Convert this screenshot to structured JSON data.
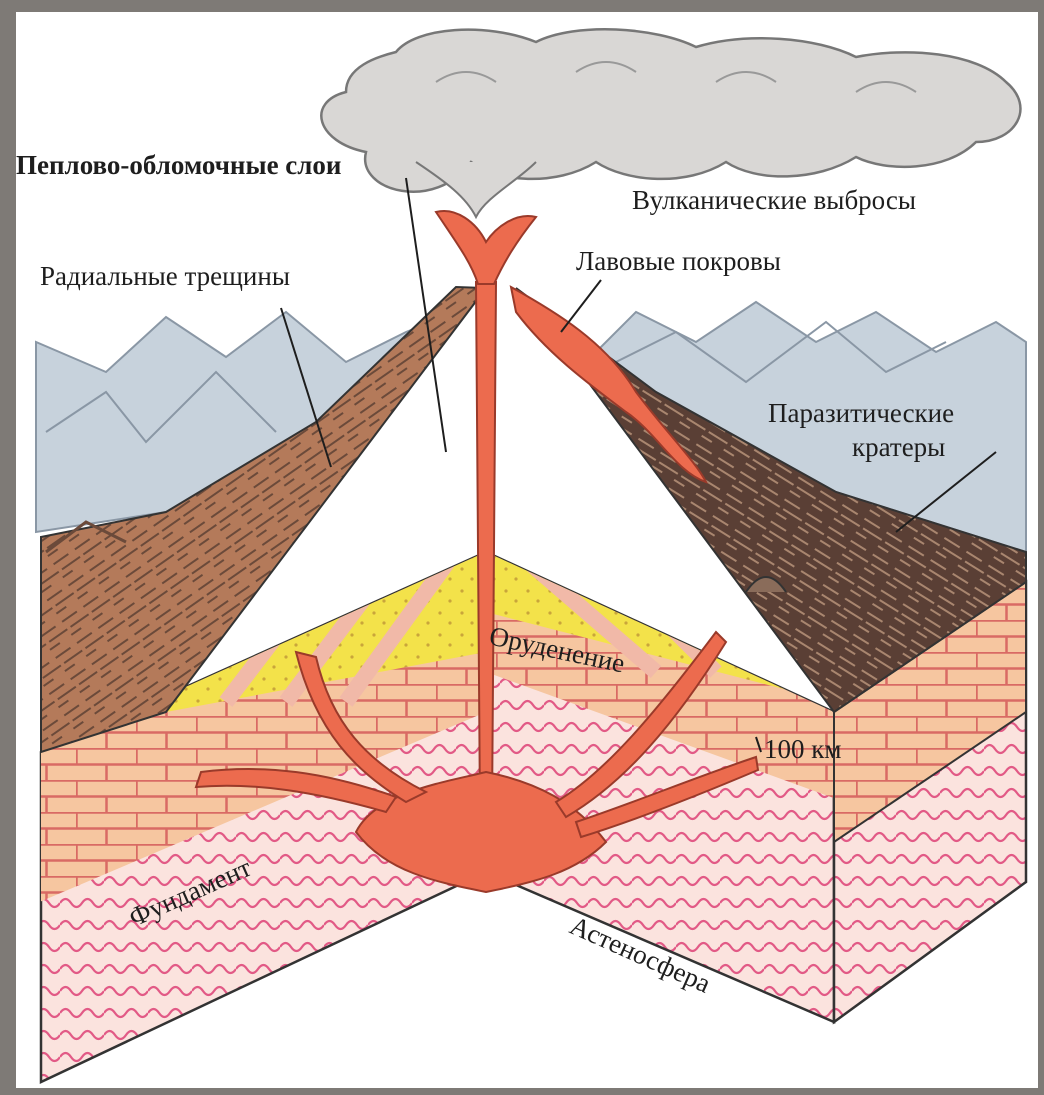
{
  "diagram": {
    "labels": {
      "ash_layers": "Пеплово-обломочные слои",
      "volcanic_ejecta": "Вулканические выбросы",
      "radial_cracks": "Радиальные трещины",
      "lava_flows": "Лавовые покровы",
      "parasitic_craters_1": "Паразитические",
      "parasitic_craters_2": "кратеры",
      "mineralization": "Оруденение",
      "depth": "100 км",
      "basement": "Фундамент",
      "asthenosphere": "Астеносфера"
    }
  },
  "colors": {
    "frame": "#7e7a76",
    "background": "#ffffff",
    "mountains": "#c7d2dc",
    "cone_left": "#b47a5a",
    "cone_right": "#5a3f35",
    "tephra_yellow": "#f3e24a",
    "ash_pink": "#f1b9a8",
    "limestone": "#f6c6a0",
    "brick_lines": "#d96a64",
    "basement": "#fbe3de",
    "wave_lines": "#e25a86",
    "magma": "#ec6b4e",
    "smoke": "#d9d7d5",
    "text": "#1e1e1e"
  }
}
